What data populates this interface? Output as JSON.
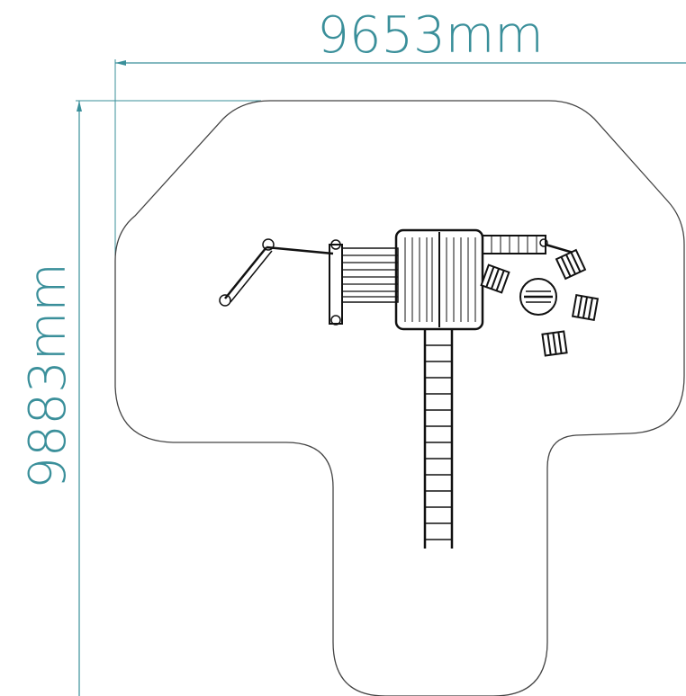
{
  "dimensions": {
    "width_label": "9653mm",
    "height_label": "9883mm",
    "width_mm": 9653,
    "height_mm": 9883
  },
  "colors": {
    "dimension": "#3a8f9a",
    "outline": "#444444",
    "equipment": "#111111",
    "background": "#ffffff"
  }
}
